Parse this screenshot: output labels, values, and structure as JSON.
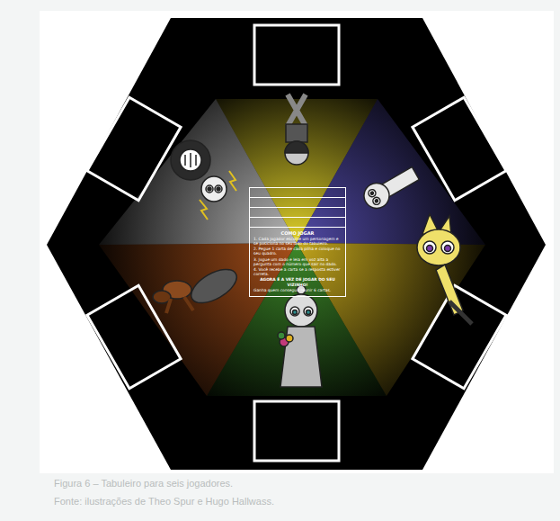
{
  "diagram": {
    "caption": "Figura 6 – Tabuleiro para seis jogadores.",
    "nodes": [
      {
        "text": [
          "COMO JOGAR",
          "1. Cada jogador escolhe um personagem e se posiciona no seu lado do tabuleiro.",
          "2. Pegue 1 carta de cada pilha e coloque no seu quadro.",
          "3. Jogue um dado e leia em voz alta a pergunta com o número que sair no dado.",
          "4. Você recebe a carta se a resposta estiver correta.",
          "AGORA É A VEZ DE JOGAR DO SEU VIZINHO!",
          "Ganha quem conseguir reunir 6 cartas."
        ]
      }
    ],
    "labels": [
      "Fonte: ilustrações de Theo Spur e Hugo Hallwass."
    ]
  }
}
